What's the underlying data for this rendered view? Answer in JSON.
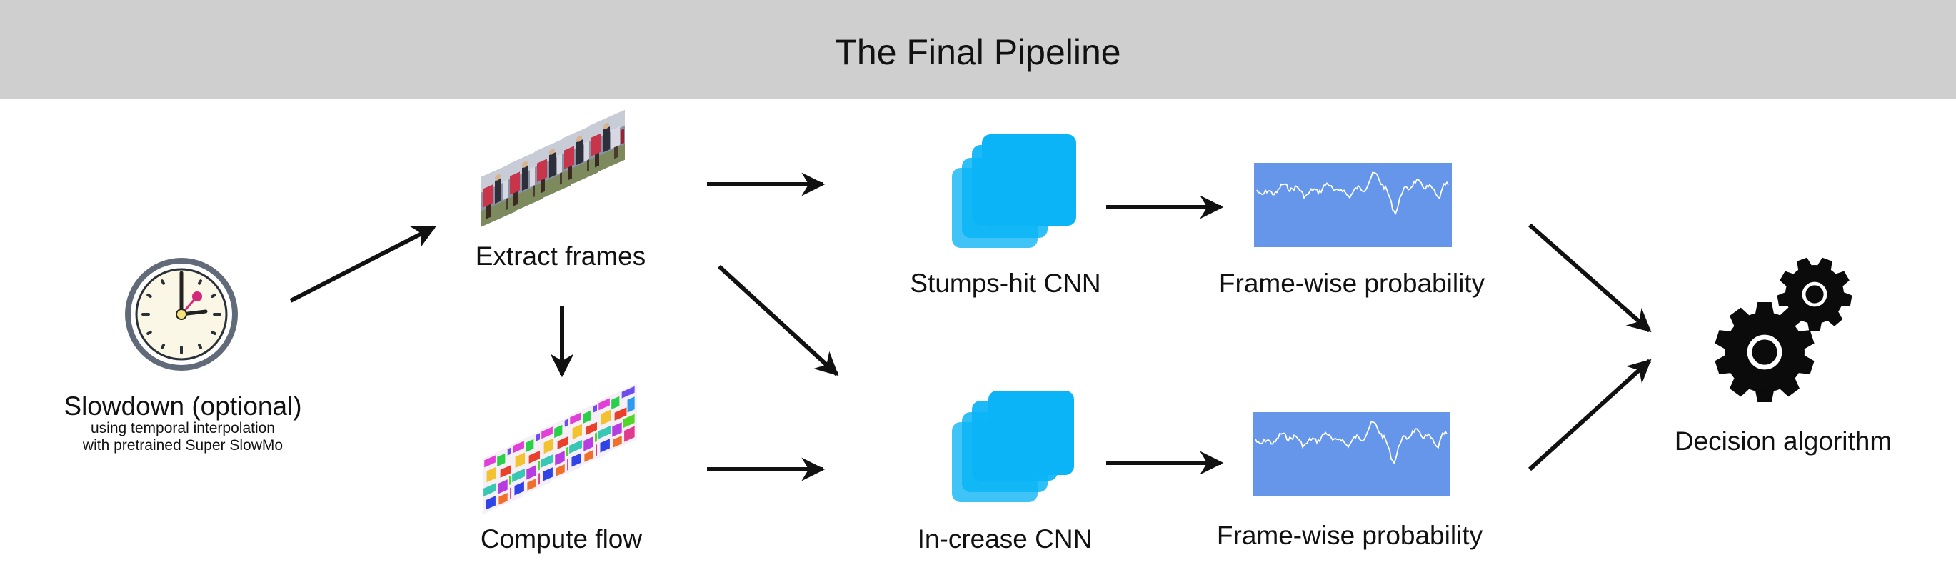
{
  "title": "The Final Pipeline",
  "stages": {
    "slowdown": {
      "label": "Slowdown (optional)",
      "note_line1": "using temporal interpolation",
      "note_line2": "with pretrained Super SlowMo"
    },
    "extract": {
      "label": "Extract frames"
    },
    "flow": {
      "label": "Compute flow"
    },
    "stumps": {
      "label": "Stumps-hit CNN"
    },
    "crease": {
      "label": "In-crease CNN"
    },
    "prob_top": {
      "label": "Frame-wise probability"
    },
    "prob_bottom": {
      "label": "Frame-wise probability"
    },
    "decision": {
      "label": "Decision algorithm"
    }
  },
  "colors": {
    "header_bg": "#cfcfcf",
    "cnn_fill": "#0ab4f6",
    "signal_bg": "#6696ea",
    "signal_line": "#ffffff",
    "arrow": "#111111"
  },
  "icons": [
    "clock-icon",
    "frames-stack-icon",
    "flow-stack-icon",
    "cnn-stack-icon",
    "signal-plot-icon",
    "gears-icon"
  ]
}
